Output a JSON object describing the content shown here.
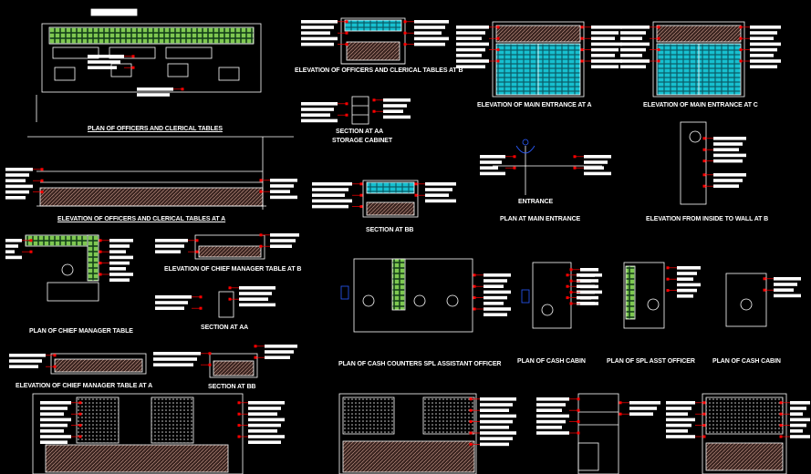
{
  "titles": {
    "plan_officers": "PLAN OF OFFICERS AND CLERICAL TABLES",
    "elev_officers_b": "ELEVATION OF OFFICERS AND CLERICAL TABLES AT B",
    "section_aa_storage_1": "SECTION AT AA",
    "section_aa_storage_2": "STORAGE CABINET",
    "elev_main_a": "ELEVATION OF MAIN ENTRANCE AT A",
    "elev_main_c": "ELEVATION OF MAIN ENTRANCE AT C",
    "elev_officers_a": "ELEVATION OF OFFICERS AND CLERICAL TABLES AT A",
    "section_bb_1": "SECTION AT BB",
    "plan_main_entrance": "PLAN AT MAIN ENTRANCE",
    "entrance_label": "ENTRANCE",
    "elev_inside_wall": "ELEVATION FROM INSIDE TO WALL AT B",
    "elev_chief_b": "ELEVATION OF CHIEF MANAGER TABLE AT B",
    "plan_chief": "PLAN OF CHIEF MANAGER TABLE",
    "section_aa_chief": "SECTION AT AA",
    "plan_cash_counters": "PLAN OF CASH COUNTERS SPL ASSISTANT OFFICER",
    "plan_cash_cabin_1": "PLAN OF CASH CABIN",
    "plan_spl_asst": "PLAN OF SPL ASST OFFICER",
    "plan_cash_cabin_2": "PLAN OF CASH CABIN",
    "elev_chief_a": "ELEVATION OF CHIEF MANAGER TABLE AT A",
    "section_bb_chief": "SECTION AT BB"
  },
  "colors": {
    "background": "#000000",
    "line": "#ffffff",
    "annotation": "#ff0000",
    "glass": "#17c0d0",
    "seat": "#7ec850",
    "hatch": "#d0a090"
  }
}
